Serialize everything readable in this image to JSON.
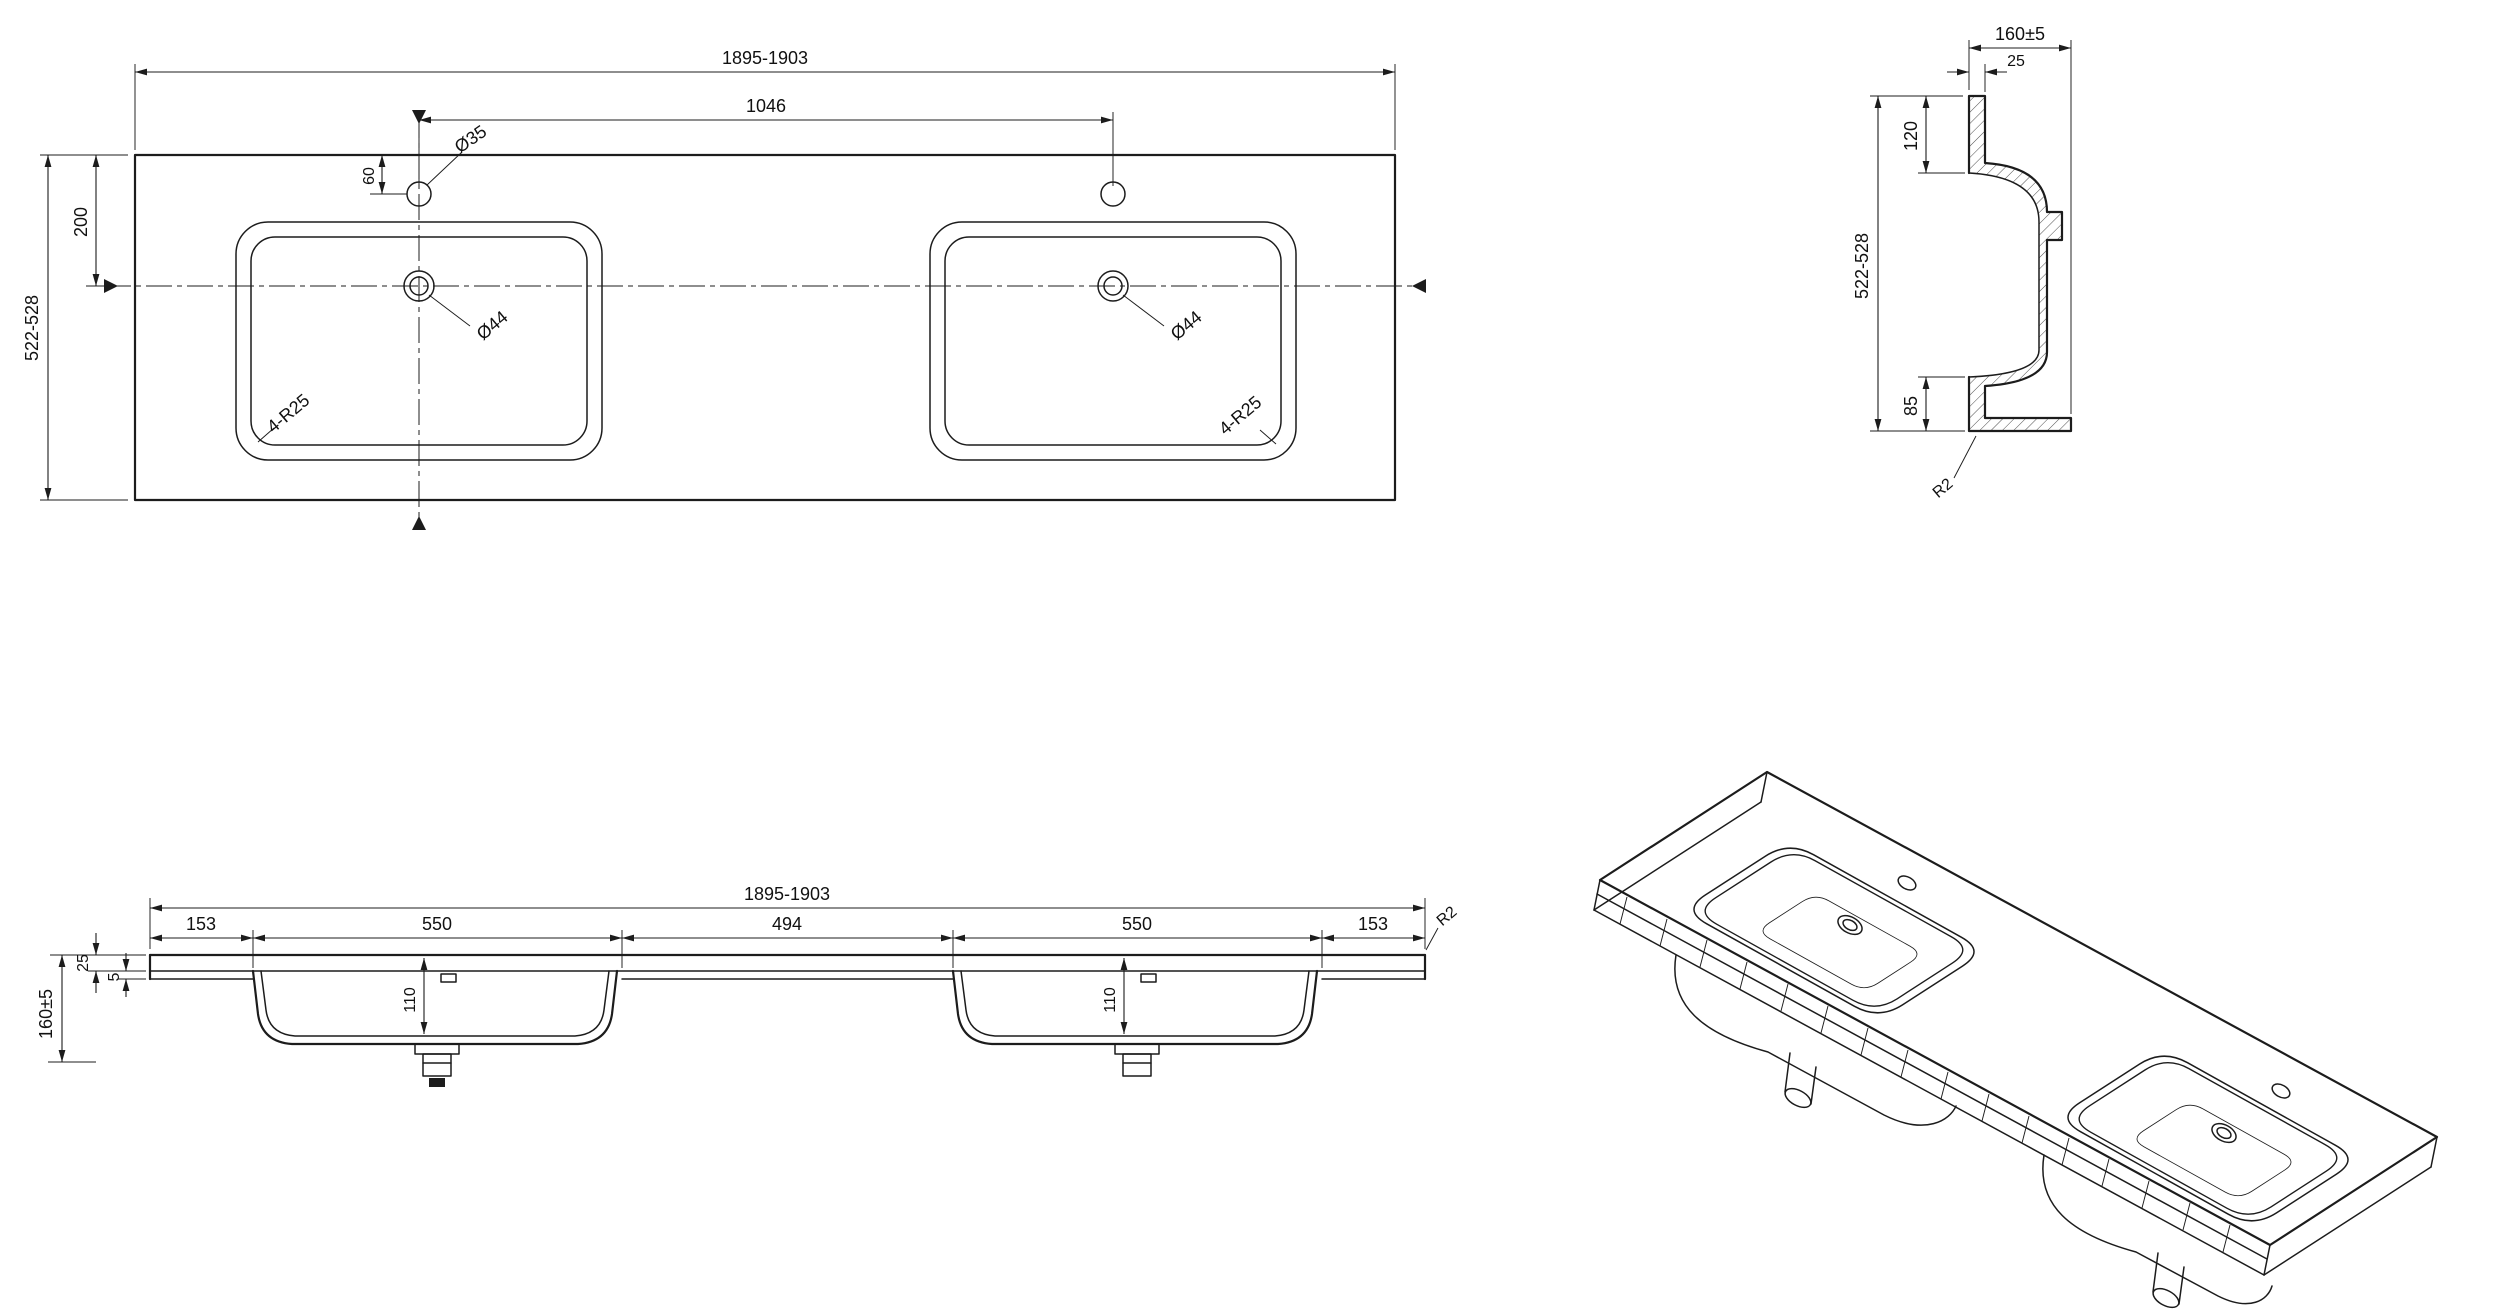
{
  "drawing": {
    "background": "#ffffff",
    "line_color": "#1c1c1c",
    "views": {
      "plan": {
        "dim_overall_width": "1895-1903",
        "dim_faucet_centers": "1046",
        "dim_depth": "522-528",
        "dim_bowl_center_from_back": "200",
        "dim_faucet_from_back": "60",
        "label_faucet_hole": "Ø35",
        "label_drain_left": "Ø44",
        "label_drain_right": "Ø44",
        "label_corner_radius_left": "4-R25",
        "label_corner_radius_right": "4-R25"
      },
      "side_section": {
        "dim_total_height": "160±5",
        "dim_top_thickness": "25",
        "dim_back_to_bowl": "120",
        "dim_depth": "522-528",
        "dim_bowl_to_front": "85",
        "label_edge_radius": "R2"
      },
      "front_section": {
        "dim_overall_width": "1895-1903",
        "dim_left_margin": "153",
        "dim_left_bowl": "550",
        "dim_center_gap": "494",
        "dim_right_bowl": "550",
        "dim_right_margin": "153",
        "label_edge_radius": "R2",
        "dim_top_thickness": "25",
        "dim_front_lip": "5",
        "dim_total_height": "160±5",
        "dim_bowl_depth_left": "110",
        "dim_bowl_depth_right": "110"
      }
    }
  }
}
